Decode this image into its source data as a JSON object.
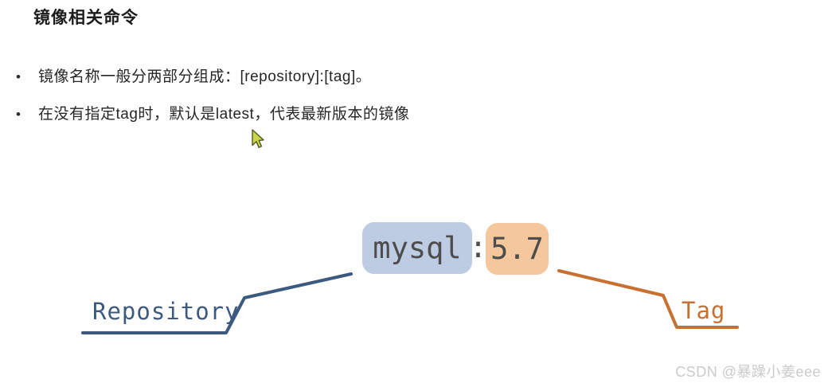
{
  "slide": {
    "title": "镜像相关命令",
    "bullet_marker": "•",
    "bullets": [
      "镜像名称一般分两部分组成：[repository]:[tag]。",
      "在没有指定tag时，默认是latest，代表最新版本的镜像"
    ]
  },
  "diagram": {
    "repository_value": "mysql",
    "separator": ":",
    "tag_value": "5.7",
    "repository_label": "Repository",
    "tag_label": "Tag",
    "colors": {
      "repository_box_bg": "#bdcbe3",
      "tag_box_bg": "#f5c79d",
      "repository_accent": "#3c5a80",
      "tag_accent": "#c7702f",
      "value_text": "#4d4d4d"
    }
  },
  "cursor": {
    "fill": "#c9d84a",
    "outline": "#55591f"
  },
  "watermark": "CSDN @暴躁小姜eee"
}
